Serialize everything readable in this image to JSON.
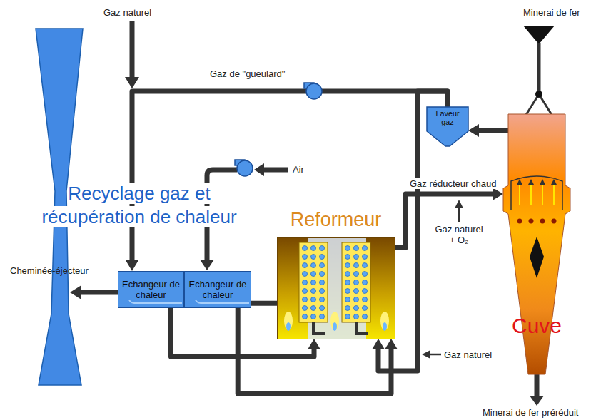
{
  "diagram": {
    "nodes": [
      {
        "text": [
          "Echangeur de chaleur"
        ]
      },
      {
        "text": [
          "Echangeur de chaleur"
        ]
      },
      {
        "text": [
          "Reformeur"
        ]
      },
      {
        "text": [
          "Laveur gaz"
        ]
      },
      {
        "text": [
          "Cuve"
        ]
      }
    ],
    "edges": [
      {
        "from": 4,
        "to": 3,
        "arrow": "to"
      },
      {
        "from": 3,
        "to": 0,
        "label": "Gaz de \"gueulard\"",
        "arrow": "to"
      },
      {
        "from": 3,
        "to": 2,
        "arrow": "to"
      },
      {
        "from": 0,
        "to": 2,
        "arrow": "to"
      },
      {
        "from": 1,
        "to": 2,
        "arrow": "to"
      },
      {
        "from": 2,
        "to": 1,
        "arrow": "none"
      },
      {
        "from": 2,
        "to": 4,
        "label": "Gaz réducteur chaud",
        "arrow": "to"
      }
    ],
    "labels": [
      "Gaz naturel",
      "Minerai de fer",
      "Air",
      "Recyclage gaz et récupération de chaleur",
      "Gaz naturel + O₂",
      "Cheminée-éjecteur",
      "Gaz naturel",
      "Minerai de fer préréduit"
    ]
  }
}
